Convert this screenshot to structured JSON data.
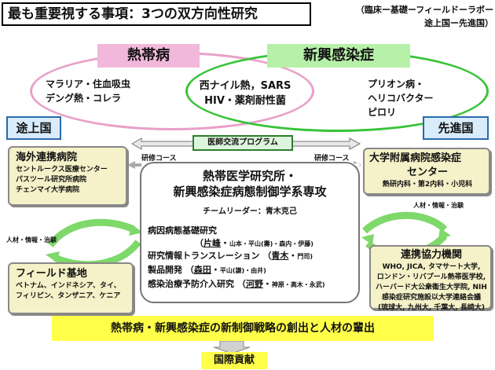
{
  "title": "最も重要視する事項：3つの双方向性研究",
  "subtitle_lines": [
    "（臨床ー基礎ーフィールドーラボー",
    "途上国ー先進国）"
  ],
  "tropical": {
    "label": "熱帯病",
    "diseases": [
      "マラリア・住血吸虫",
      "デング熱・コレラ"
    ]
  },
  "emerging": {
    "label": "新興感染症",
    "diseases": [
      "プリオン病・",
      "ヘリコバクター",
      "ピロリ"
    ]
  },
  "shared_diseases": [
    "西ナイル熱，SARS",
    "HIV・薬剤耐性菌"
  ],
  "regions": {
    "developing": "途上国",
    "developed": "先進国"
  },
  "exchange": {
    "label": "医師交流プログラム",
    "course_left": "研修コース",
    "course_right": "研修コース"
  },
  "overseas": {
    "title": "海外連携病院",
    "items": [
      "セントルークス医療センター",
      "パスツール研究所病院",
      "チェンマイ大学病院"
    ]
  },
  "university": {
    "title_lines": [
      "大学附属病院感染症",
      "センター"
    ],
    "depts": "熱研内科・第2内科・小児科"
  },
  "center": {
    "title_lines": [
      "熱帯医学研究所・",
      "新興感染症病態制御学系専攻"
    ],
    "leader": "チームリーダー：青木克己",
    "research": [
      {
        "line": "病因病態基礎研究"
      },
      {
        "line": "（片峰・",
        "small": "山本・平山(壽)・森内・伊藤)",
        "underline": "片峰"
      },
      {
        "line": "研究情報トランスレーション",
        "paren": "（青木・",
        "small": "門司)",
        "underline": "青木"
      },
      {
        "line": "製品開発",
        "paren": "（森田・",
        "small": "平山(謙)・由井)",
        "underline": "森田"
      },
      {
        "line": "感染治療予防介入研究",
        "paren": "（河野・",
        "small": "神原・高木・永武)",
        "underline": "河野"
      }
    ]
  },
  "resource_label": "人材・情報・治験",
  "field": {
    "title": "フィールド基地",
    "items": [
      "ベトナム、インドネシア、タイ、",
      "フィリピン、タンザニア、ケニア"
    ]
  },
  "partner": {
    "title": "連携協力機関",
    "items": [
      "WHO, JICA, タマサート大学,",
      "ロンドン・リバプール熱帯医学校,",
      "ハーバード大公衆衛生大学院, NIH",
      "感染症研究施設以大学連絡会議",
      "(琉球大, 九州大, 千葉大, 長崎大)"
    ]
  },
  "strategy": "熱帯病・新興感染症の新制御戦略の創出と人材の輩出",
  "contribution": "国際貢献",
  "colors": {
    "pink_ellipse": "#e8a0c8",
    "green_ellipse": "#39c43a",
    "region_blue": "#2a6aa8",
    "yellow": "#ffff4a",
    "side_box": "#f5f1c8"
  }
}
